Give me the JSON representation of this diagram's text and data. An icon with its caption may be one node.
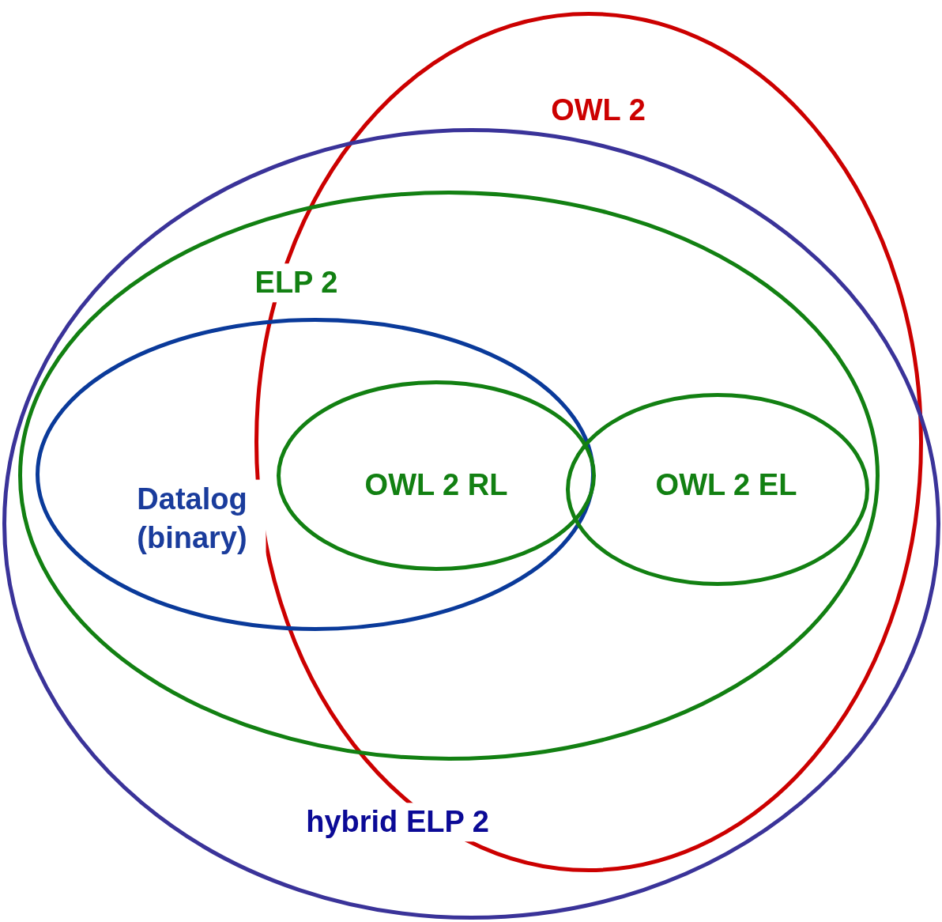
{
  "diagram": {
    "nodes": [
      {
        "text": [
          "OWL 2"
        ]
      },
      {
        "text": [
          "hybrid ELP 2"
        ]
      },
      {
        "text": [
          "ELP 2"
        ],
        "in": 1
      },
      {
        "text": [
          "Datalog (binary)"
        ],
        "in": 2
      },
      {
        "text": [
          "OWL 2 RL"
        ]
      },
      {
        "text": [
          "OWL 2 EL"
        ]
      }
    ],
    "edges": []
  }
}
